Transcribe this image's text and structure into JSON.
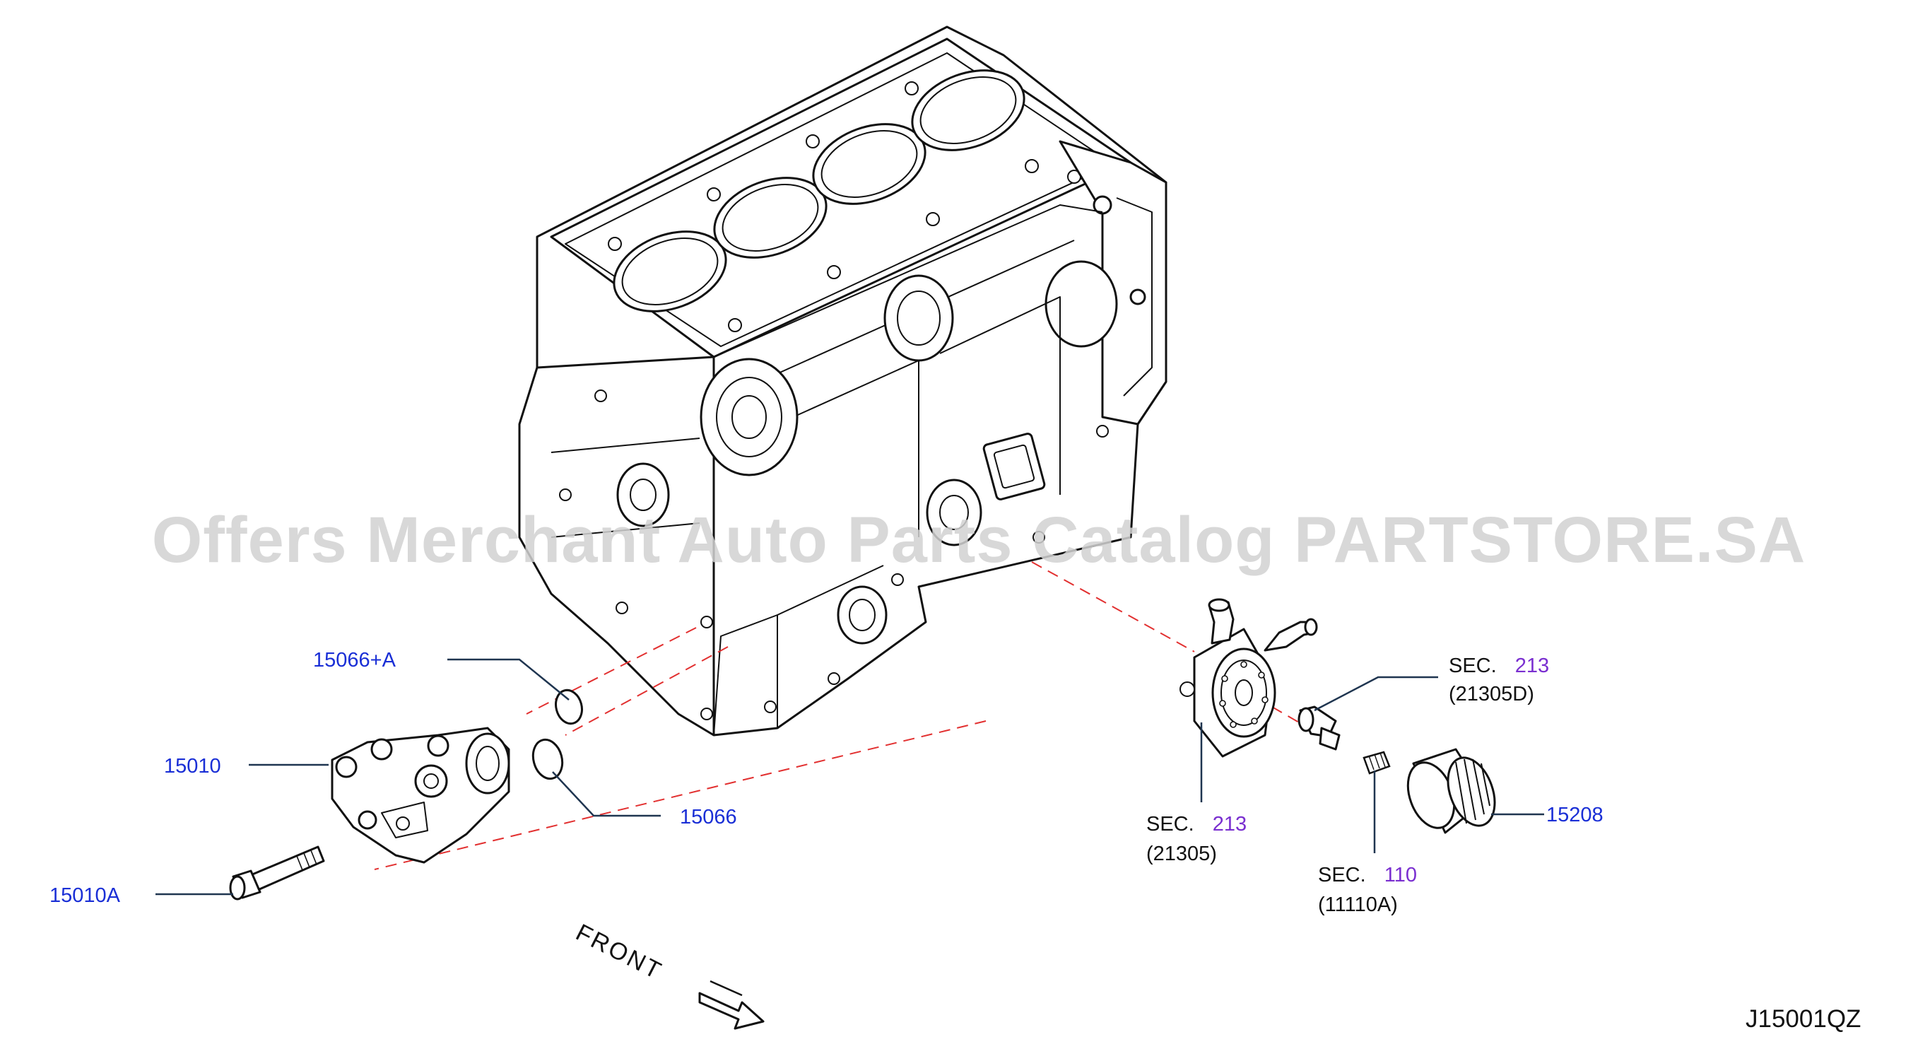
{
  "diagram": {
    "code": "J15001QZ",
    "watermark": "Offers Merchant Auto Parts Catalog PARTSTORE.SA",
    "front_label": "FRONT",
    "colors": {
      "part_link": "#1a2fd6",
      "section_link": "#7a2fd0",
      "line": "#1f3550",
      "guide_dashed": "#e23030",
      "drawing": "#111111"
    }
  },
  "callouts": {
    "p15066a": {
      "part": "15066+A"
    },
    "p15010": {
      "part": "15010"
    },
    "p15066": {
      "part": "15066"
    },
    "p15010A": {
      "part": "15010A"
    },
    "p15208": {
      "part": "15208"
    },
    "sec213d": {
      "word": "SEC.",
      "num": "213",
      "ref": "(21305D)"
    },
    "sec213": {
      "word": "SEC.",
      "num": "213",
      "ref": "(21305)"
    },
    "sec110": {
      "word": "SEC.",
      "num": "110",
      "ref": "(11110A)"
    }
  }
}
